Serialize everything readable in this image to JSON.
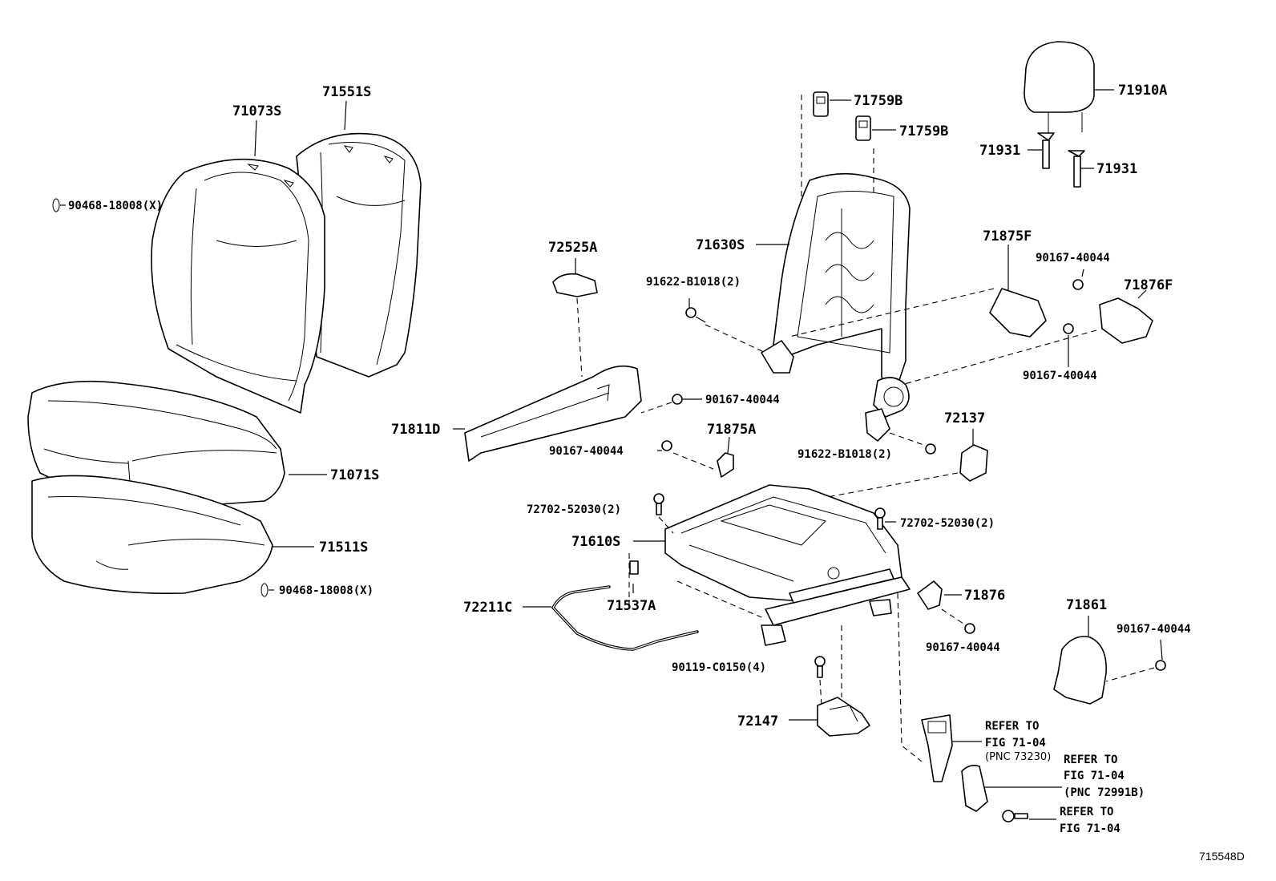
{
  "parts": {
    "p71073S": "71073S",
    "p71551S": "71551S",
    "p90468a": "90468-18008(X)",
    "p71071S": "71071S",
    "p71511S": "71511S",
    "p90468b": "90468-18008(X)",
    "p72525A": "72525A",
    "p71811D": "71811D",
    "p90167a": "90167-40044",
    "p90167b": "90167-40044",
    "p71875A": "71875A",
    "p71759B1": "71759B",
    "p71759B2": "71759B",
    "p71630S": "71630S",
    "p91622a": "91622-B1018(2)",
    "p91622b": "91622-B1018(2)",
    "p72137": "72137",
    "p71910A": "71910A",
    "p71931a": "71931",
    "p71931b": "71931",
    "p71875F": "71875F",
    "p90167c": "90167-40044",
    "p71876F": "71876F",
    "p90167d": "90167-40044",
    "p72702a": "72702-52030(2)",
    "p72702b": "72702-52030(2)",
    "p71610S": "71610S",
    "p71537A": "71537A",
    "p72211C": "72211C",
    "p71876": "71876",
    "p90167e": "90167-40044",
    "p71861": "71861",
    "p90167f": "90167-40044",
    "p90119": "90119-C0150(4)",
    "p72147": "72147"
  },
  "notes": {
    "n1a": "REFER TO",
    "n1b": "FIG 71-04",
    "n1c": "(PNC 73230)",
    "n2a": "REFER TO",
    "n2b": "FIG 71-04",
    "n2c": "(PNC 72991B)",
    "n3a": "REFER TO",
    "n3b": "FIG 71-04"
  },
  "diagram_code": "715548D"
}
